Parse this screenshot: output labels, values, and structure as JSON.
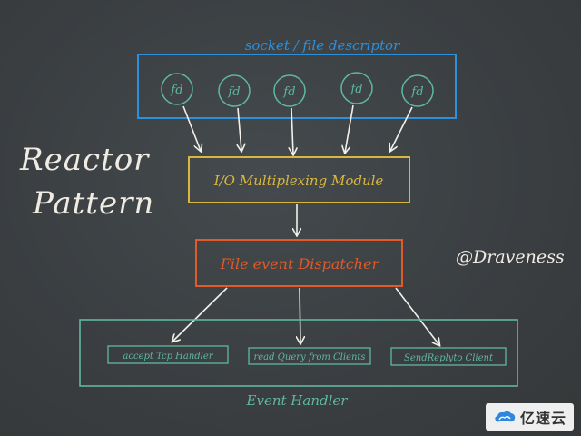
{
  "labels": {
    "socket_group": "socket / file descriptor",
    "fd": [
      "fd",
      "fd",
      "fd",
      "fd",
      "fd"
    ],
    "multiplexer": "I/O Multiplexing Module",
    "dispatcher": "File event Dispatcher",
    "handlers_group": "Event Handler",
    "handlers": [
      "accept Tcp Handler",
      "read Query from Clients",
      "SendReplyto Client"
    ]
  },
  "title": [
    "Reactor",
    "Pattern"
  ],
  "author": "@Draveness",
  "watermark": "亿速云",
  "colors": {
    "background": "#3b3f42",
    "socket": "#2f8fd8",
    "multiplexer": "#d8b640",
    "dispatcher": "#e05a2a",
    "handler": "#5fb8a0",
    "arrow": "#f2f0ea",
    "text": "#f0ece4"
  }
}
